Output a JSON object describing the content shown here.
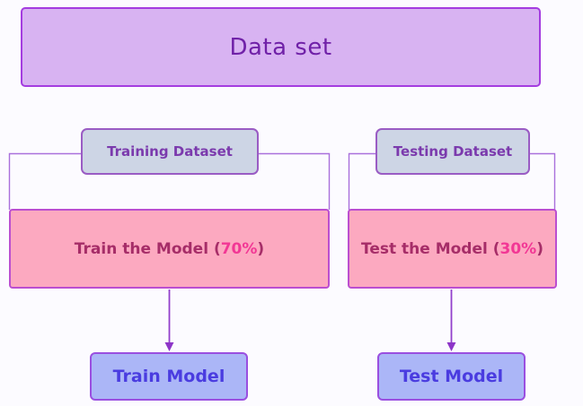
{
  "diagram": {
    "title_box": {
      "label": "Data set"
    },
    "branches": [
      {
        "dataset_label": "Training Dataset",
        "process": {
          "prefix": "Train the Model (",
          "percent": "70%",
          "suffix": ")"
        },
        "model_label": "Train Model"
      },
      {
        "dataset_label": "Testing Dataset",
        "process": {
          "prefix": "Test the Model (",
          "percent": "30%",
          "suffix": ")"
        },
        "model_label": "Test Model"
      }
    ],
    "colors": {
      "background": "#fcfbff",
      "root_fill": "#d8b3f2",
      "root_border": "#a43ce0",
      "root_text": "#7021a8",
      "subset_fill": "#cdd5e5",
      "subset_border": "#9a5cc4",
      "subset_text": "#7b3aad",
      "process_fill": "#fca9c0",
      "process_border": "#bb4ed0",
      "process_text": "#a62d68",
      "percent_text": "#f23795",
      "model_fill": "#abb6f7",
      "model_border": "#9a4fe0",
      "model_text": "#4a3ce0",
      "connector_line": "#a970dc",
      "arrow": "#8d35c8"
    }
  }
}
